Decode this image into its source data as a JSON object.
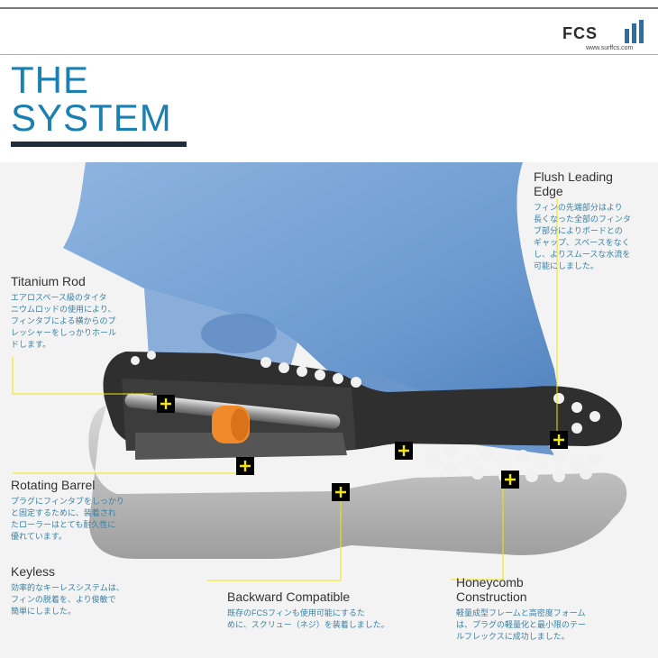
{
  "brand": {
    "logo_text": "FCS",
    "url": "www.surffcs.com"
  },
  "title": {
    "line1": "THE",
    "line2": "SYSTEM"
  },
  "colors": {
    "title_blue": "#1b7fb1",
    "label_blue": "#3a80a6",
    "fin_blue": "#6d9bd0",
    "plug_dark": "#2f2f2f",
    "base_grey": "#b7b7b7",
    "barrel_orange": "#f08a2a",
    "marker_yellow": "#f4e600"
  },
  "callouts": {
    "flush": {
      "heading_1": "Flush Leading",
      "heading_2": "Edge",
      "body": [
        "フィンの先端部分はより",
        "長くなった全部のフィンタ",
        "ブ部分によりボードとの",
        "ギャップ、スペースをなく",
        "し、よりスムースな水流を",
        "可能にしました。"
      ]
    },
    "titanium": {
      "heading": "Titanium Rod",
      "body": [
        "エアロスペース級のタイタ",
        "ニウムロッドの使用により、",
        "フィンタブによる横からのプ",
        "レッシャーをしっかりホール",
        "ドします。"
      ]
    },
    "rotating": {
      "heading": "Rotating Barrel",
      "body": [
        "プラグにフィンタブをしっかり",
        "と固定するために、装着され",
        "たローラーはとても耐久性に",
        "優れています。"
      ]
    },
    "keyless": {
      "heading": "Keyless",
      "body": [
        "効率的なキーレスシステムは、",
        "フィンの脱着を、より俊敏で",
        "簡単にしました。"
      ]
    },
    "backward": {
      "heading": "Backward Compatible",
      "body": [
        "既存のFCSフィンも使用可能にするた",
        "めに、スクリュー（ネジ）を装着しました。"
      ]
    },
    "honeycomb": {
      "heading_1": "Honeycomb",
      "heading_2": "Construction",
      "body": [
        "軽量成型フレームと高密度フォーム",
        "は、プラグの軽量化と最小限のテー",
        "ルフレックスに成功しました。"
      ]
    }
  },
  "markers": [
    "plus-marker-titanium",
    "plus-marker-rotating",
    "plus-marker-keyless",
    "plus-marker-backward",
    "plus-marker-honeycomb",
    "plus-marker-flush"
  ]
}
